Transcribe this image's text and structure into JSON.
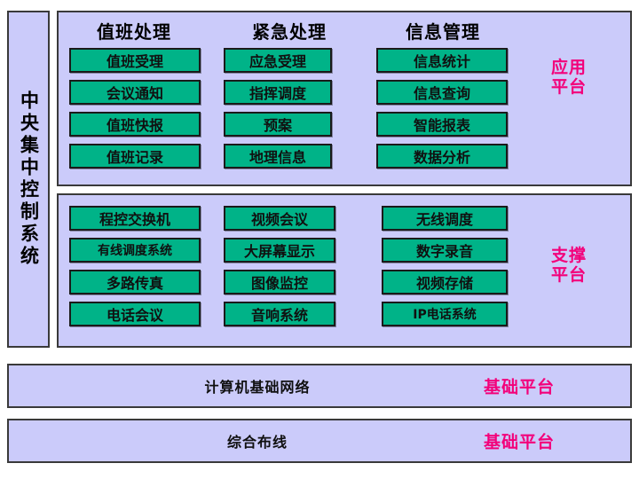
{
  "diagram": {
    "sidebar": {
      "label": "中央集中控制系统"
    },
    "panels": [
      {
        "id": "application",
        "tag": "应用\n平台",
        "tag_line1": "应用",
        "tag_line2": "平台",
        "columns": [
          {
            "header": "值班处理",
            "items": [
              "值班受理",
              "会议通知",
              "值班快报",
              "值班记录"
            ]
          },
          {
            "header": "紧急处理",
            "items": [
              "应急受理",
              "指挥调度",
              "预案",
              "地理信息"
            ]
          },
          {
            "header": "信息管理",
            "items": [
              "信息统计",
              "信息查询",
              "智能报表",
              "数据分析"
            ]
          }
        ]
      },
      {
        "id": "support",
        "tag_line1": "支撑",
        "tag_line2": "平台",
        "columns": [
          {
            "header": "",
            "items": [
              "程控交换机",
              "有线调度系统",
              "多路传真",
              "电话会议"
            ]
          },
          {
            "header": "",
            "items": [
              "视频会议",
              "大屏幕显示",
              "图像监控",
              "音响系统"
            ]
          },
          {
            "header": "",
            "items": [
              "无线调度",
              "数字录音",
              "视频存储",
              "IP电话系统"
            ]
          }
        ]
      }
    ],
    "bottom_bars": [
      {
        "id": "network",
        "title": "计算机基础网络",
        "tag": "基础平台"
      },
      {
        "id": "cabling",
        "title": "综合布线",
        "tag": "基础平台"
      }
    ]
  },
  "colors": {
    "panel_background": "#cbcbfa",
    "node_fill": "#00b388",
    "node_border": "#1a1a1a",
    "tag_text": "#f3007a",
    "outline": "#3a3a3a",
    "page_background": "#ffffff"
  }
}
